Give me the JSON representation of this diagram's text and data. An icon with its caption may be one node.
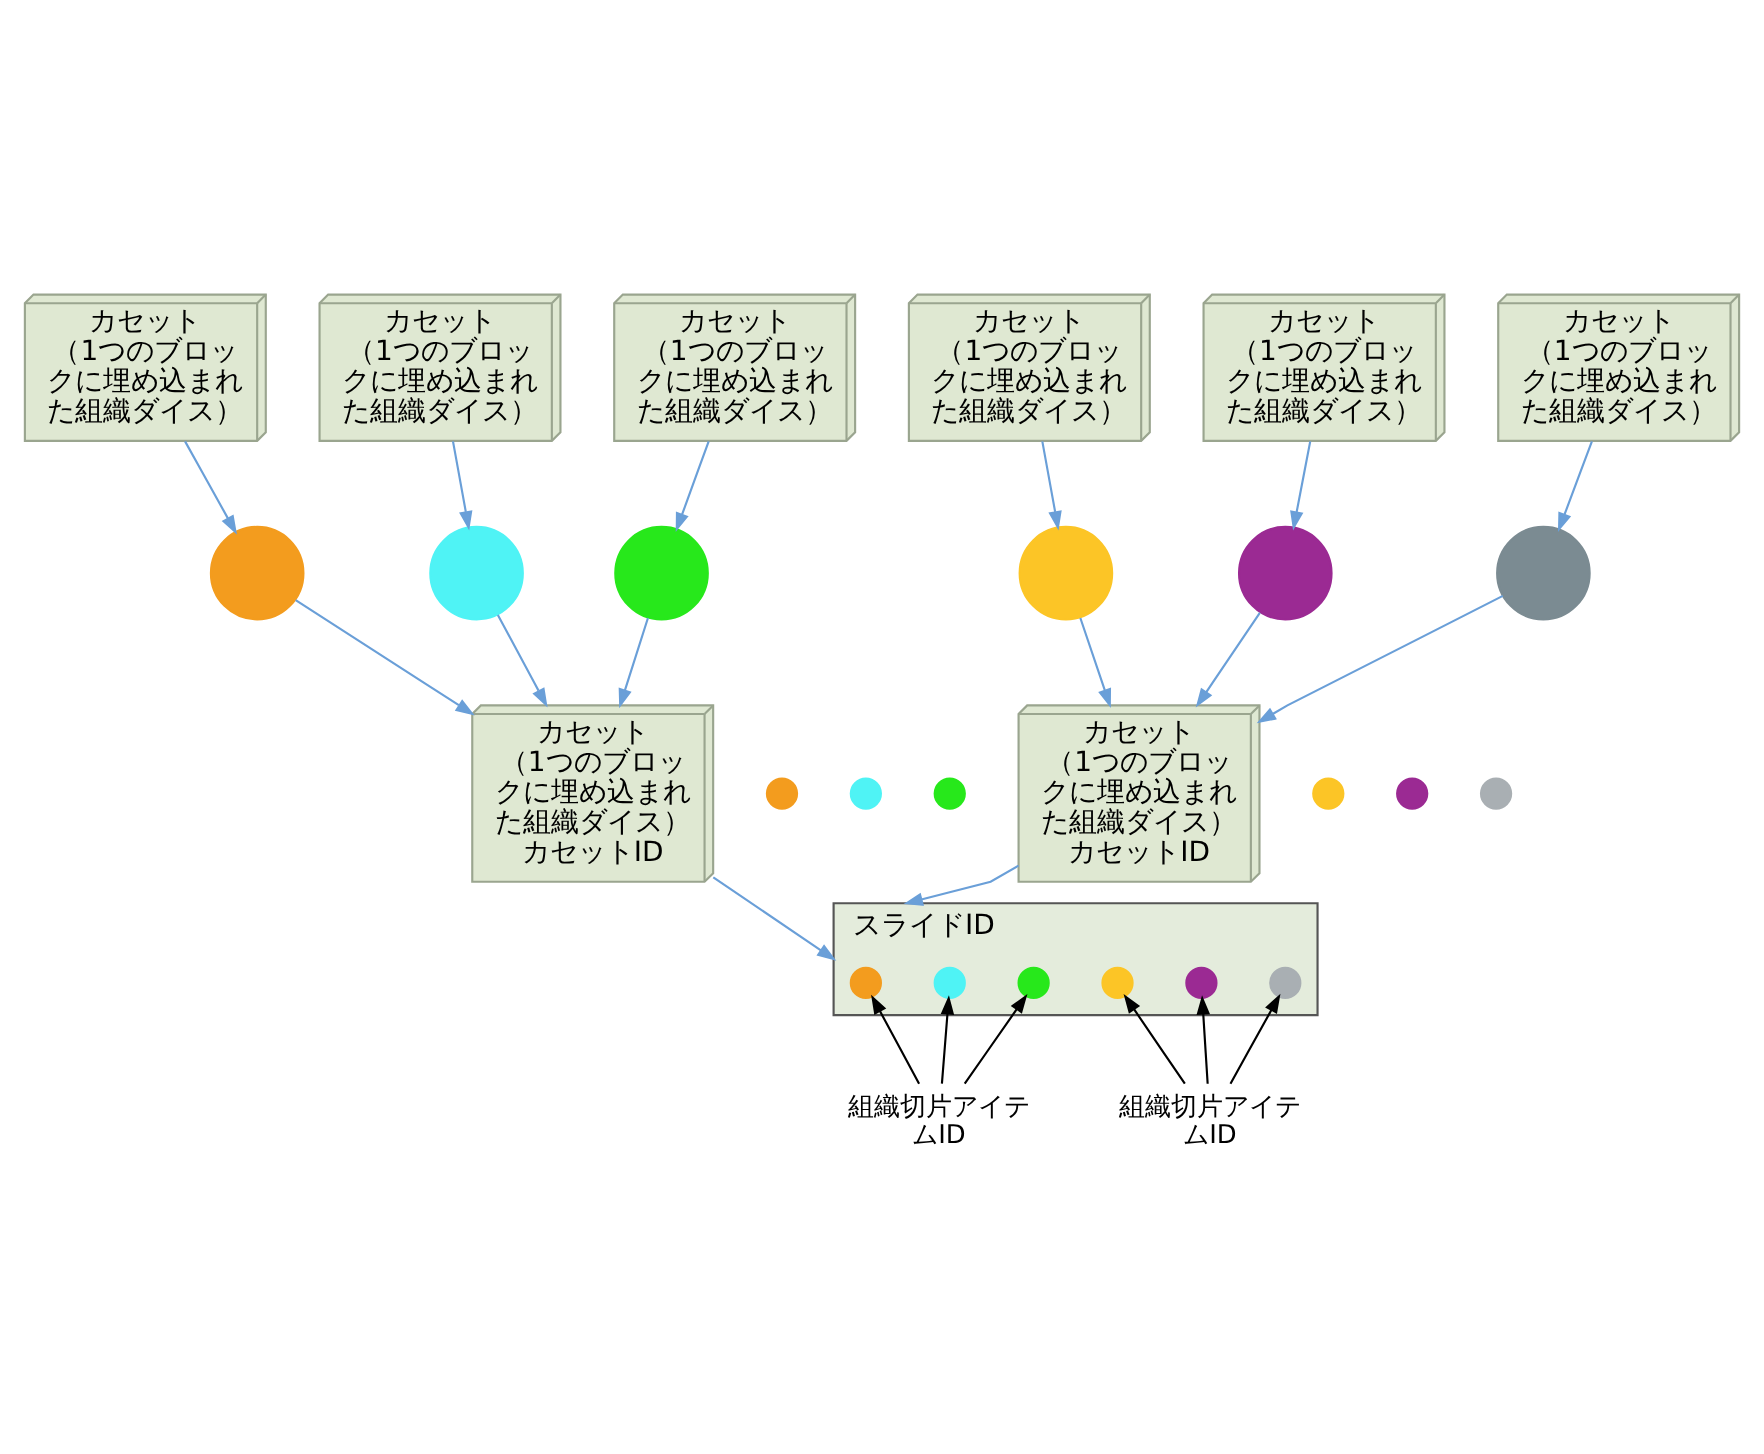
{
  "diagram": {
    "nodes": [
      {
        "text": [
          "カセット",
          "（1つのブロックに埋め込まれた組織ダイス）"
        ]
      },
      {
        "text": [
          "カセット",
          "（1つのブロックに埋め込まれた組織ダイス）"
        ]
      },
      {
        "text": [
          "カセット",
          "（1つのブロックに埋め込まれた組織ダイス）"
        ]
      },
      {
        "text": [
          "カセット",
          "（1つのブロックに埋め込まれた組織ダイス）"
        ]
      },
      {
        "text": [
          "カセット",
          "（1つのブロックに埋め込まれた組織ダイス）"
        ]
      },
      {
        "text": [
          "カセット",
          "（1つのブロックに埋め込まれた組織ダイス）"
        ]
      },
      {
        "text": [],
        "shape": "circle"
      },
      {
        "text": [],
        "shape": "circle"
      },
      {
        "text": [],
        "shape": "circle"
      },
      {
        "text": [],
        "shape": "circle"
      },
      {
        "text": [],
        "shape": "circle"
      },
      {
        "text": [],
        "shape": "circle"
      },
      {
        "text": [
          "カセット",
          "（1つのブロックに埋め込まれた組織ダイス）",
          "カセットID"
        ]
      },
      {
        "text": [
          "カセット",
          "（1つのブロックに埋め込まれた組織ダイス）",
          "カセットID"
        ]
      },
      {
        "text": [],
        "shape": "circle"
      },
      {
        "text": [],
        "shape": "circle"
      },
      {
        "text": [],
        "shape": "circle"
      },
      {
        "text": [],
        "shape": "circle"
      },
      {
        "text": [],
        "shape": "circle"
      },
      {
        "text": [],
        "shape": "circle"
      },
      {
        "text": [
          "スライドID"
        ]
      },
      {
        "text": [],
        "shape": "circle",
        "in": 20
      },
      {
        "text": [],
        "shape": "circle",
        "in": 20
      },
      {
        "text": [],
        "shape": "circle",
        "in": 20
      },
      {
        "text": [],
        "shape": "circle",
        "in": 20
      },
      {
        "text": [],
        "shape": "circle",
        "in": 20
      },
      {
        "text": [],
        "shape": "circle",
        "in": 20
      },
      {
        "text": [
          "組織切片アイテムID"
        ]
      },
      {
        "text": [
          "組織切片アイテムID"
        ]
      }
    ],
    "edges": [
      {
        "from": 0,
        "to": 6,
        "arrow": "to"
      },
      {
        "from": 1,
        "to": 7,
        "arrow": "to"
      },
      {
        "from": 2,
        "to": 8,
        "arrow": "to"
      },
      {
        "from": 3,
        "to": 9,
        "arrow": "to"
      },
      {
        "from": 4,
        "to": 10,
        "arrow": "to"
      },
      {
        "from": 5,
        "to": 11,
        "arrow": "to"
      },
      {
        "from": 6,
        "to": 12,
        "arrow": "to"
      },
      {
        "from": 7,
        "to": 12,
        "arrow": "to"
      },
      {
        "from": 8,
        "to": 12,
        "arrow": "to"
      },
      {
        "from": 9,
        "to": 13,
        "arrow": "to"
      },
      {
        "from": 10,
        "to": 13,
        "arrow": "to"
      },
      {
        "from": 11,
        "to": 13,
        "arrow": "to"
      },
      {
        "from": 12,
        "to": 20,
        "arrow": "to"
      },
      {
        "from": 13,
        "to": 20,
        "arrow": "to"
      },
      {
        "from": 27,
        "to": 21,
        "arrow": "to",
        "color": "#000000"
      },
      {
        "from": 27,
        "to": 22,
        "arrow": "to",
        "color": "#000000"
      },
      {
        "from": 27,
        "to": 23,
        "arrow": "to",
        "color": "#000000"
      },
      {
        "from": 28,
        "to": 24,
        "arrow": "to",
        "color": "#000000"
      },
      {
        "from": 28,
        "to": 25,
        "arrow": "to",
        "color": "#000000"
      },
      {
        "from": 28,
        "to": 26,
        "arrow": "to",
        "color": "#000000"
      }
    ]
  }
}
